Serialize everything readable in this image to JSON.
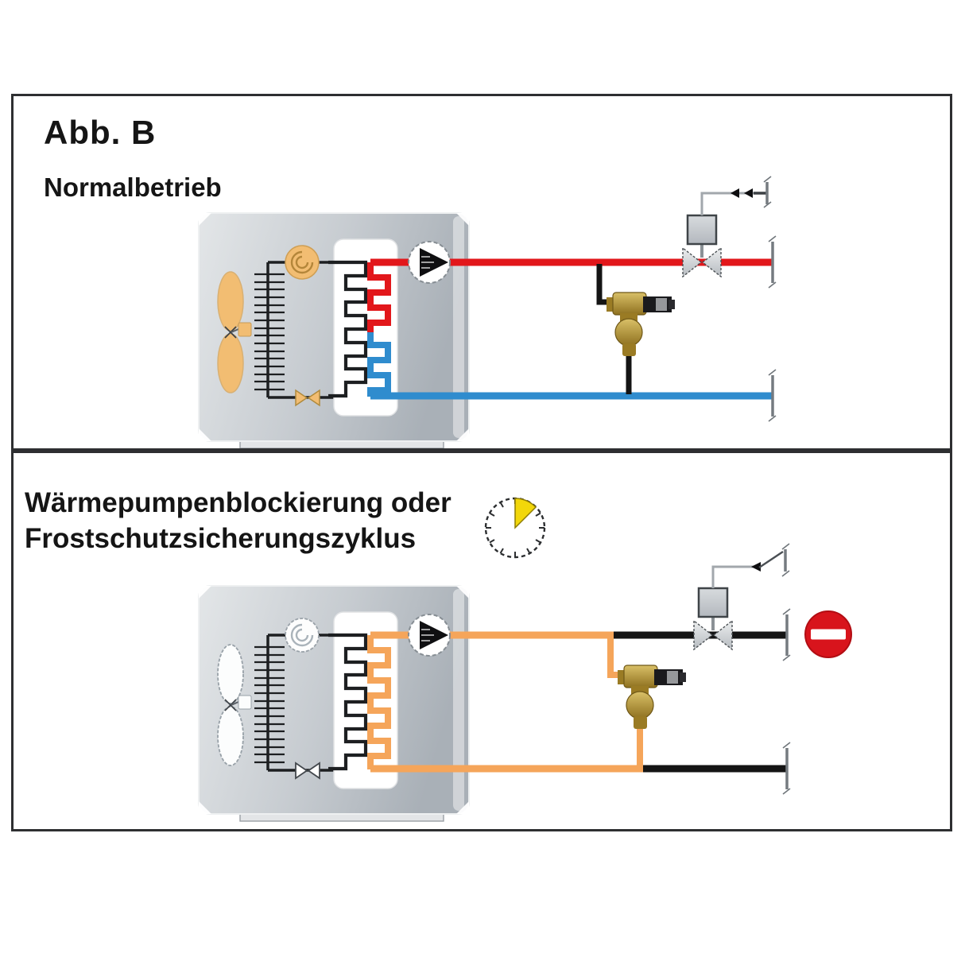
{
  "figure_label": "Abb. B",
  "panels": {
    "normal": {
      "title": "Normalbetrieb"
    },
    "blocked": {
      "title_line1": "Wärmepumpenblockierung oder",
      "title_line2": "Frostschutzsicherungszyklus"
    }
  },
  "colors": {
    "hot_pipe": "#e2171b",
    "cold_pipe": "#2f8cce",
    "warm_pipe": "#f5a55a",
    "closed_pipe": "#141414",
    "control_line": "#a2a7ac",
    "active_orange": "#f2bd72",
    "brass": "#b5952f",
    "component_gray": "#cdd1d5",
    "timer_yellow": "#f2d70a",
    "prohibition_red": "#d8141c",
    "unit_light": "#e3e6e8",
    "unit_dark": "#a9b0b7"
  },
  "icons": {
    "fan-icon": "two-blade axial fan",
    "compressor-icon": "scroll spiral in circle",
    "evaporator-coil-icon": "finned coil",
    "expansion-valve-icon": "bowtie valve",
    "heat-exchanger-icon": "counterflow square-wave coils",
    "circulation-pump-icon": "right-pointing triangle in dashed circle",
    "motorized-valve-icon": "bowtie valve with square actuator",
    "overflow-valve-icon": "brass differential pressure valve with solenoid",
    "timer-clock-icon": "dashed clock with yellow elapsed wedge",
    "no-entry-icon": "red circle with white bar",
    "pipe-break-icon": "end bar with break ticks",
    "switch-open-icon": "angled lever contact on control line",
    "signal-arrows-icon": "arrowheads on control line"
  }
}
